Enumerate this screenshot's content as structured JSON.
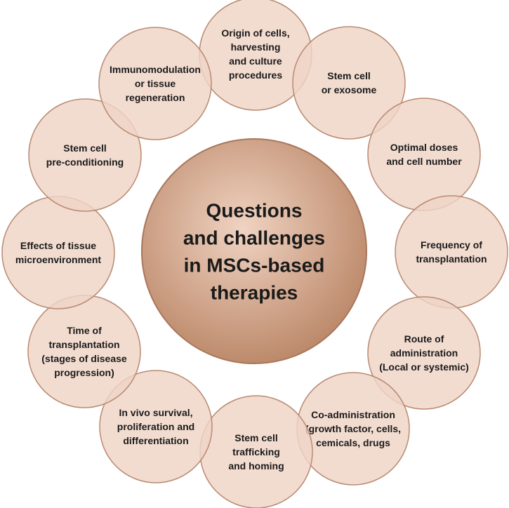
{
  "colors": {
    "petal_fill": "#efd4c6",
    "petal_stroke": "#b98a72",
    "center_light": "#f0d3c2",
    "center_dark": "#b98464",
    "center_stroke": "#a8775c",
    "text": "#1a1a1a"
  },
  "center": {
    "lines": [
      "Questions",
      "and challenges",
      "in MSCs-based",
      "therapies"
    ]
  },
  "nodes": [
    {
      "id": "origin",
      "lines": [
        "Origin of cells,",
        "harvesting",
        "and culture",
        "procedures"
      ]
    },
    {
      "id": "exosome",
      "lines": [
        "Stem cell",
        "or exosome"
      ]
    },
    {
      "id": "doses",
      "lines": [
        "Optimal doses",
        "and cell number"
      ]
    },
    {
      "id": "frequency",
      "lines": [
        "Frequency of",
        "transplantation"
      ]
    },
    {
      "id": "route",
      "lines": [
        "Route  of",
        "administration",
        "(Local or systemic)"
      ]
    },
    {
      "id": "coadmin",
      "lines": [
        "Co-administration",
        "(growth factor, cells,",
        "cemicals, drugs"
      ]
    },
    {
      "id": "trafficking",
      "lines": [
        "Stem cell",
        "trafficking",
        "and homing"
      ]
    },
    {
      "id": "survival",
      "lines": [
        "In vivo survival,",
        "proliferation and",
        "differentiation"
      ]
    },
    {
      "id": "time",
      "lines": [
        "Time of",
        "transplantation",
        "(stages of disease",
        "progression)"
      ]
    },
    {
      "id": "microenv",
      "lines": [
        "Effects of tissue",
        "microenvironment"
      ]
    },
    {
      "id": "precond",
      "lines": [
        "Stem cell",
        "pre-conditioning"
      ]
    },
    {
      "id": "immuno",
      "lines": [
        "Immunomodulation",
        "or tissue",
        "regeneration"
      ]
    }
  ]
}
